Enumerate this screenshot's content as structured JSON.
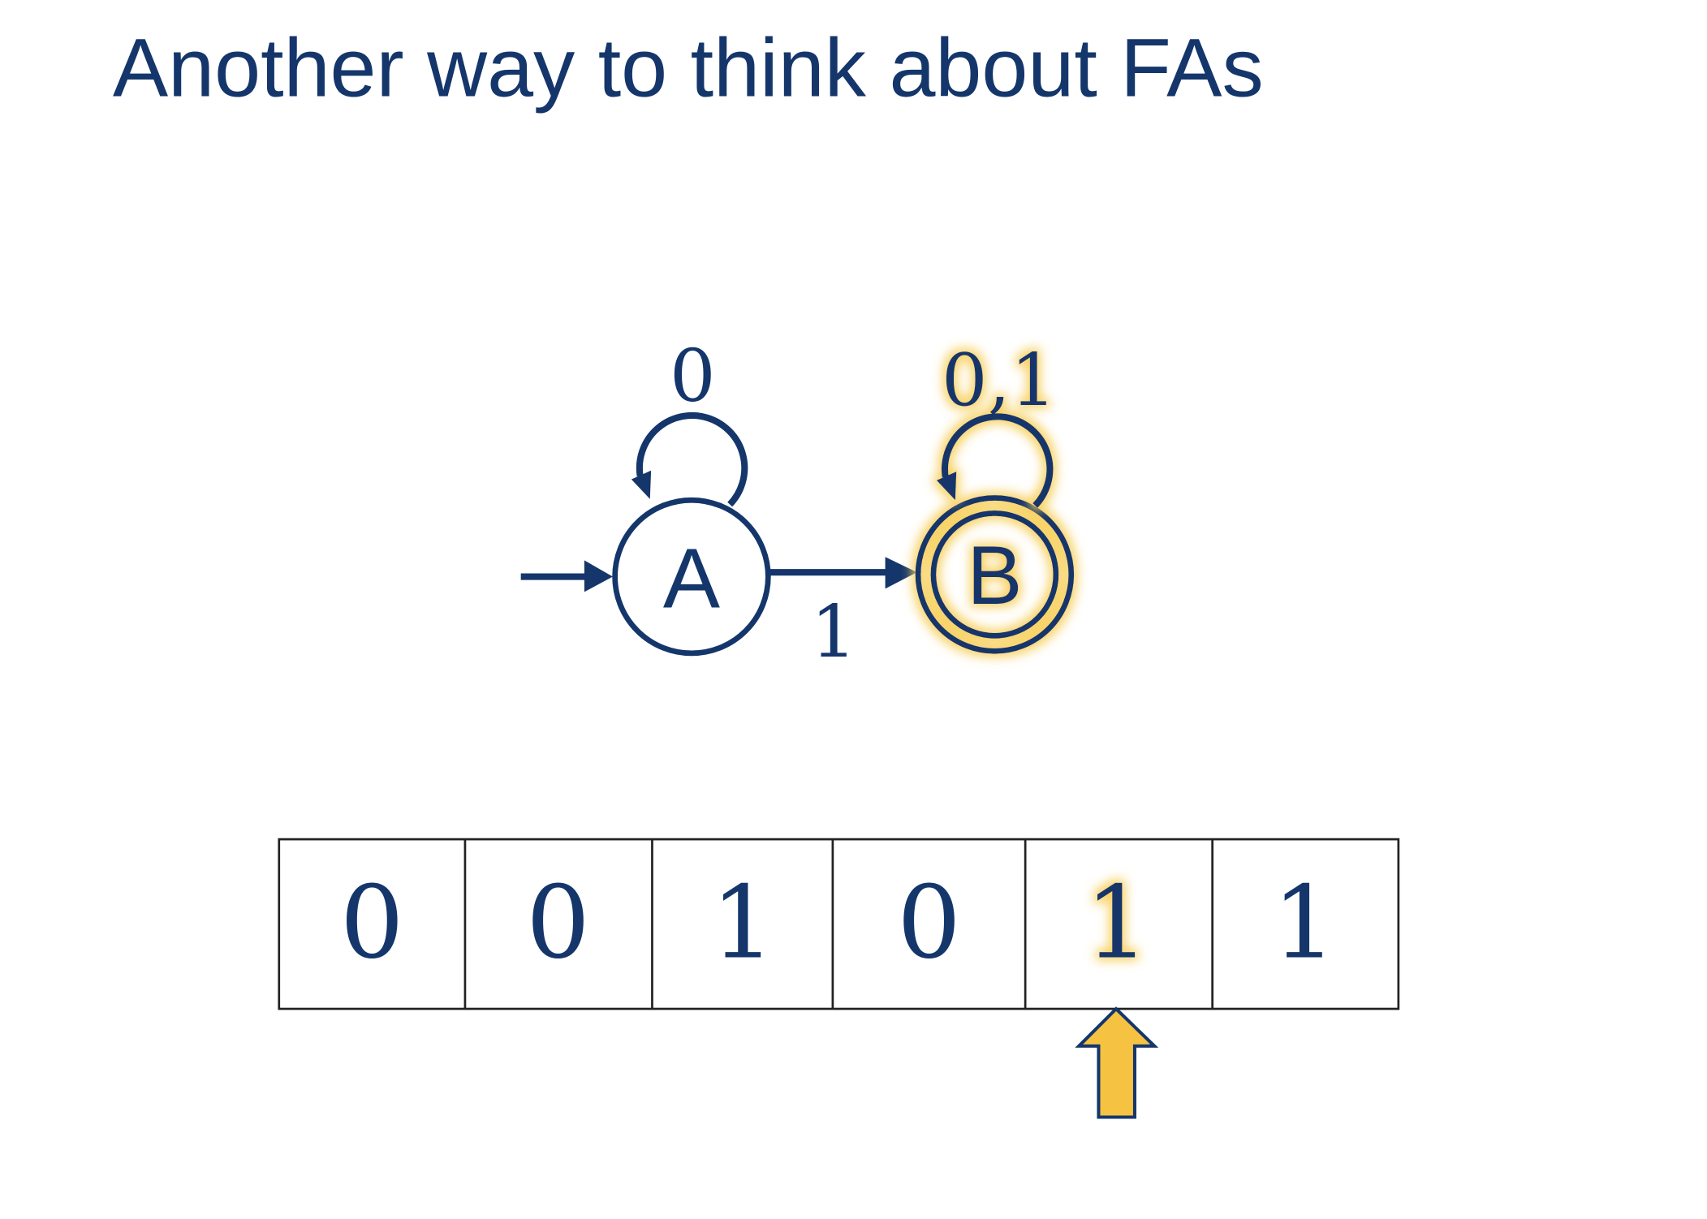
{
  "title": "Another way to think about FAs",
  "automaton": {
    "states": [
      {
        "label": "A",
        "start": true,
        "accepting": false,
        "highlighted": false
      },
      {
        "label": "B",
        "start": false,
        "accepting": true,
        "highlighted": true
      }
    ],
    "transitions": [
      {
        "from": "A",
        "to": "A",
        "label": "0",
        "highlighted": false
      },
      {
        "from": "A",
        "to": "B",
        "label": "1",
        "highlighted": false
      },
      {
        "from": "B",
        "to": "B",
        "label": "0,1",
        "highlighted": true
      }
    ]
  },
  "tape": {
    "cells": [
      "0",
      "0",
      "1",
      "0",
      "1",
      "1"
    ],
    "head_index": 4
  },
  "colors": {
    "primary": "#14366b",
    "highlight": "#f5c242",
    "glow": "#f7d36b"
  }
}
